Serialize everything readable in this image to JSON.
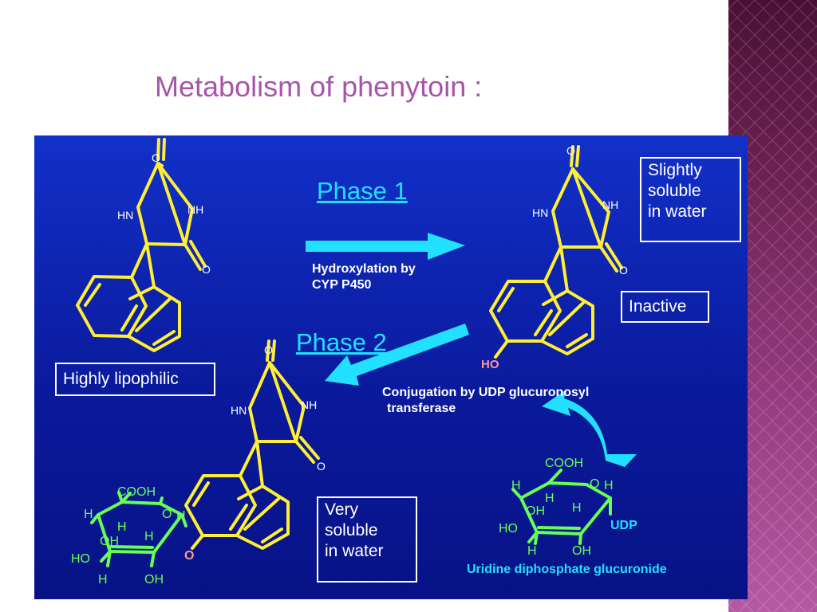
{
  "title": "Metabolism of phenytoin :",
  "phase1": {
    "label": "Phase 1",
    "description": [
      "Hydroxylation by",
      "CYP P450"
    ]
  },
  "phase2": {
    "label": "Phase 2",
    "description": [
      "Conjugation  by UDP glucuronosyl",
      "transferase"
    ]
  },
  "boxes": {
    "lipophilic": "Highly lipophilic",
    "slightly": [
      "Slightly",
      "soluble",
      "in water"
    ],
    "inactive": "Inactive",
    "very": [
      "Very",
      "soluble",
      "in water"
    ]
  },
  "udp_name": "Uridine diphosphate glucuronide",
  "atom_labels": {
    "O": "O",
    "HN": "HN",
    "NH": "NH",
    "HO": "HO",
    "COOH": "COOH",
    "H": "H",
    "OH": "OH",
    "UDP": "UDP"
  },
  "colors": {
    "title": "#a855a8",
    "bond": "#ffef33",
    "arrow": "#22e0ff",
    "sugar": "#66ff55",
    "hydroxyl": "#ff9999",
    "panel": "#0a1a9c"
  }
}
